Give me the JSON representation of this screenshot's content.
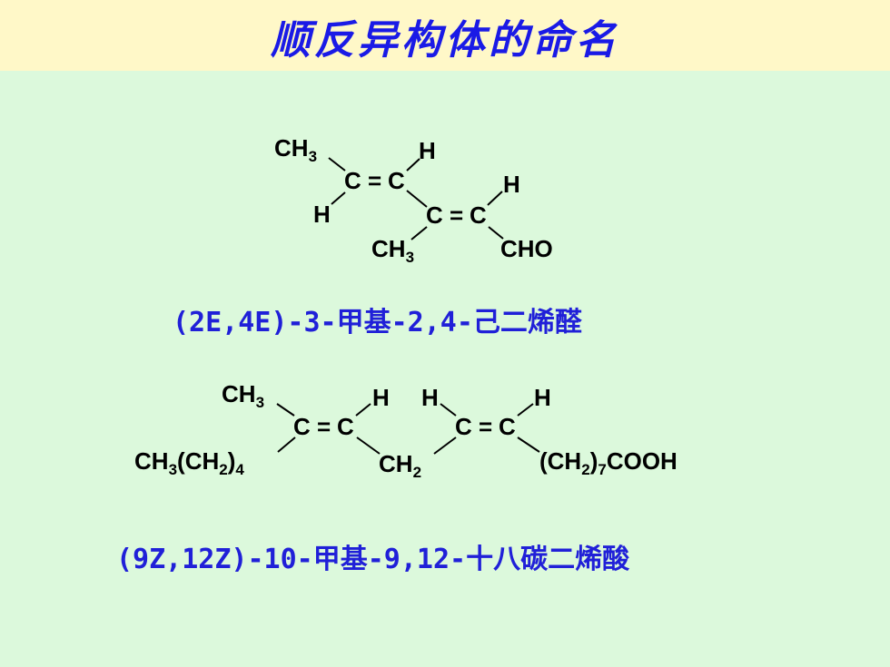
{
  "title": "顺反异构体的命名",
  "molecule1": {
    "name": "(2E,4E)-3-甲基-2,4-己二烯醛",
    "atoms": {
      "ch3_top_c": "CH",
      "ch3_top_n": "3",
      "h_top": "H",
      "c1": "C",
      "eq1": "=",
      "c2": "C",
      "h_left": "H",
      "h_right": "H",
      "c3": "C",
      "eq2": "=",
      "c4": "C",
      "ch3_bot_c": "CH",
      "ch3_bot_n": "3",
      "cho": "CHO"
    }
  },
  "molecule2": {
    "name": "(9Z,12Z)-10-甲基-9,12-十八碳二烯酸",
    "atoms": {
      "ch3_c": "CH",
      "ch3_n": "3",
      "h1": "H",
      "h2": "H",
      "h3": "H",
      "c1": "C",
      "eq1": "=",
      "c2": "C",
      "c3": "C",
      "eq2": "=",
      "c4": "C",
      "left_a": "CH",
      "left_b": "3",
      "left_c": "(CH",
      "left_d": "2",
      "left_e": ")",
      "left_f": "4",
      "ch2_a": "CH",
      "ch2_b": "2",
      "right_a": "(CH",
      "right_b": "2",
      "right_c": ")",
      "right_d": "7",
      "right_e": "COOH"
    }
  }
}
